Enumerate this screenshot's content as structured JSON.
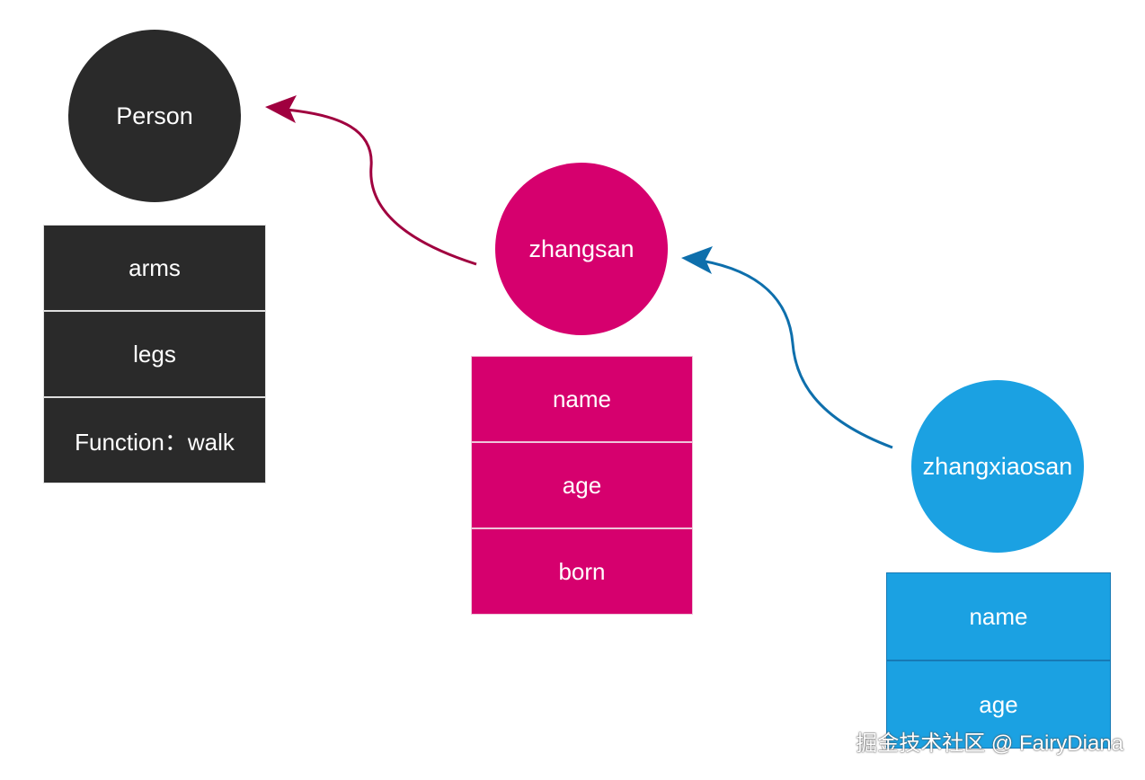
{
  "nodes": {
    "person": {
      "label": "Person",
      "fields": [
        "arms",
        "legs",
        "Function：walk"
      ],
      "color": "#2a2a2a"
    },
    "zhangsan": {
      "label": "zhangsan",
      "fields": [
        "name",
        "age",
        "born"
      ],
      "color": "#d6006e"
    },
    "zhangxiaosan": {
      "label": "zhangxiaosan",
      "fields": [
        "name",
        "age"
      ],
      "color": "#1ba1e2"
    }
  },
  "edges": [
    {
      "from": "zhangsan",
      "to": "person",
      "color": "#a0003f"
    },
    {
      "from": "zhangxiaosan",
      "to": "zhangsan",
      "color": "#0e6fac"
    }
  ],
  "watermark": "掘金技术社区 @ FairyDiana"
}
